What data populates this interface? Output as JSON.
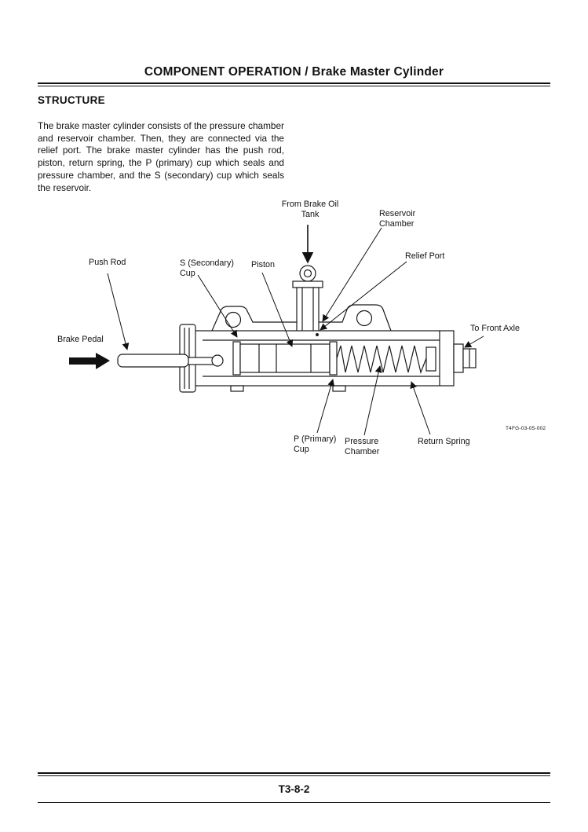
{
  "page": {
    "header_title": "COMPONENT OPERATION / Brake Master Cylinder",
    "footer_page_number": "T3-8-2"
  },
  "colors": {
    "ink": "#111111"
  },
  "section": {
    "heading": "STRUCTURE",
    "body": "The brake master cylinder consists of the pressure chamber and reservoir chamber. Then, they are connected via the relief port. The brake master cylinder has the push rod, piston, return spring, the P (primary) cup which seals and pressure chamber, and the S (secondary) cup which seals the reservoir."
  },
  "diagram": {
    "figure_code": "T4FG-03-05-002",
    "labels": {
      "from_brake_oil_tank": "From Brake Oil\nTank",
      "reservoir_chamber": "Reservoir\nChamber",
      "relief_port": "Relief Port",
      "push_rod": "Push Rod",
      "s_secondary_cup": "S (Secondary)\nCup",
      "piston": "Piston",
      "to_front_axle": "To Front Axle",
      "brake_pedal": "Brake Pedal",
      "p_primary_cup": "P (Primary)\nCup",
      "pressure_chamber": "Pressure\nChamber",
      "return_spring": "Return Spring"
    }
  }
}
